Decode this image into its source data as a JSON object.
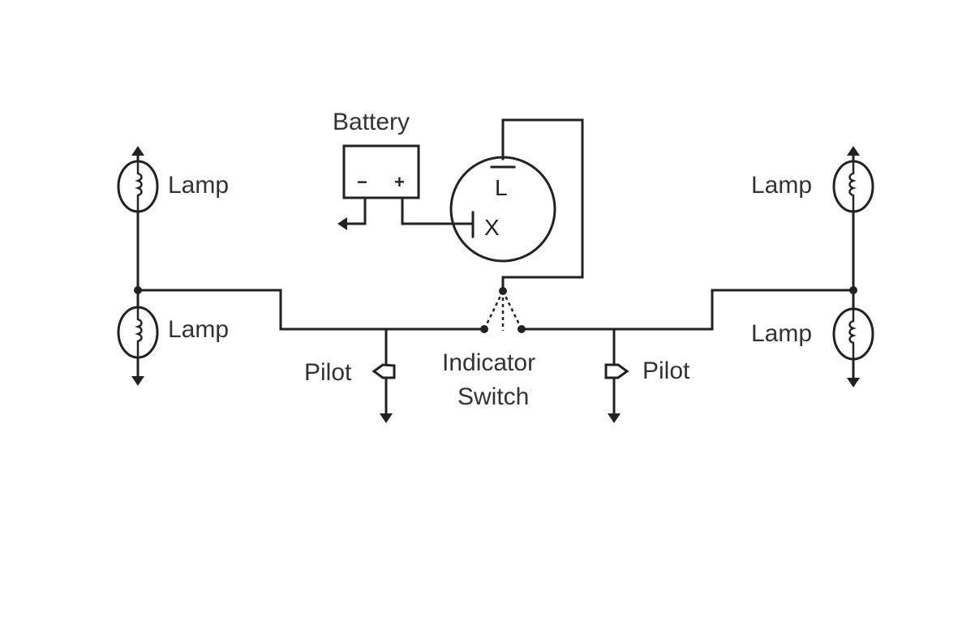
{
  "labels": {
    "battery": "Battery",
    "battery_negative": "−",
    "battery_positive": "+",
    "flasher_terminal_l": "L",
    "flasher_terminal_x": "X",
    "lamp_left_top": "Lamp",
    "lamp_left_bottom": "Lamp",
    "lamp_right_top": "Lamp",
    "lamp_right_bottom": "Lamp",
    "pilot_left": "Pilot",
    "pilot_right": "Pilot",
    "switch_line1": "Indicator",
    "switch_line2": "Switch"
  }
}
